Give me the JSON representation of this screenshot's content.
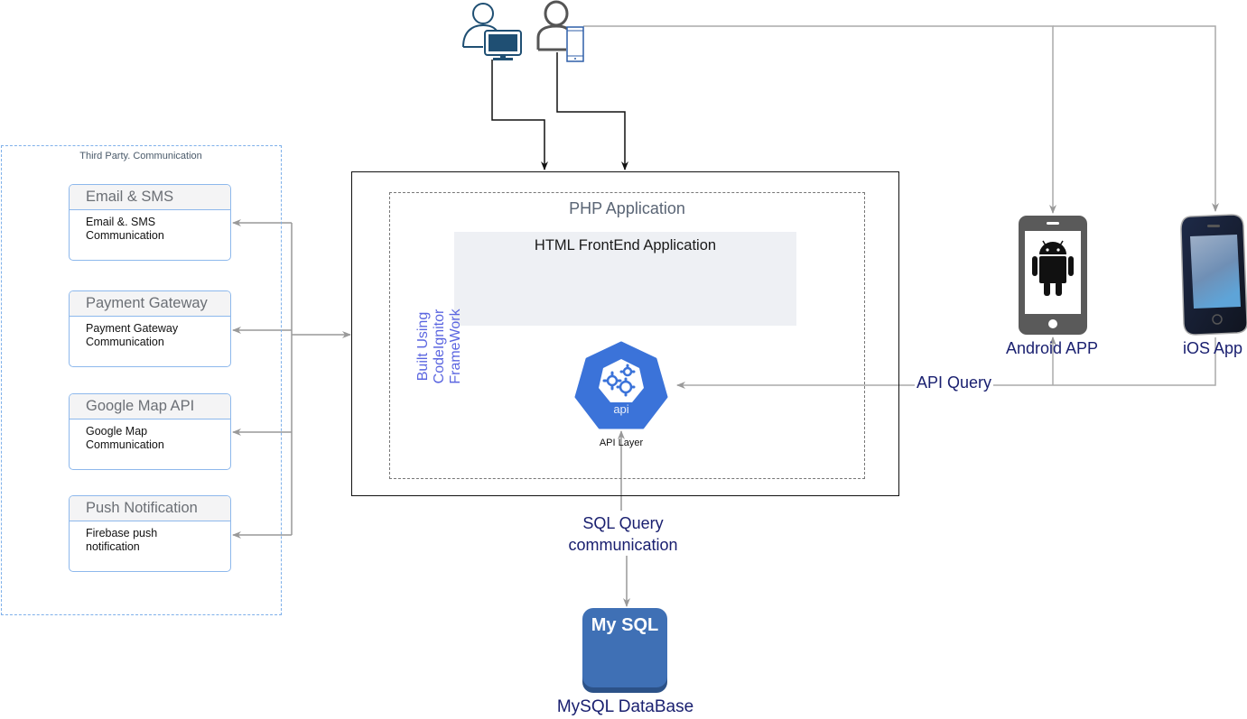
{
  "third_party": {
    "title": "Third Party. Communication",
    "services": [
      {
        "name": "Email & SMS",
        "description": "Email &. SMS Communication",
        "desc_lines": [
          "Email &. SMS",
          "Communication"
        ]
      },
      {
        "name": "Payment Gateway",
        "description": "Payment Gateway Communication",
        "desc_lines": [
          "Payment Gateway",
          "Communication"
        ]
      },
      {
        "name": "Google Map API",
        "description": "Google Map Communication",
        "desc_lines": [
          "Google Map",
          "Communication"
        ]
      },
      {
        "name": "Push Notification",
        "description": "Firebase push notification",
        "desc_lines": [
          "Firebase push",
          "notification"
        ]
      }
    ]
  },
  "app": {
    "php_title": "PHP Application",
    "frontend_title": "HTML FrontEnd Application",
    "framework_lines": [
      "Built Using CodeIgnitor",
      "FrameWork"
    ],
    "api_icon_text": "api",
    "api_layer_label": "API Layer"
  },
  "connections": {
    "sql_lines": [
      "SQL Query",
      "communication"
    ],
    "api_query": "API Query"
  },
  "clients": {
    "android_label": "Android APP",
    "ios_label": "iOS App"
  },
  "database": {
    "icon_text": "My SQL",
    "label": "MySQL DataBase"
  },
  "colors": {
    "third_party_border": "#7eb0ea",
    "service_border": "#8db8ec",
    "framework_text": "#5b66e0",
    "api_blue": "#3b73d9",
    "mysql_blue": "#3f70b5",
    "navy_label": "#1a2070",
    "connector_gray": "#999999",
    "user_blue": "#1f4f73"
  }
}
